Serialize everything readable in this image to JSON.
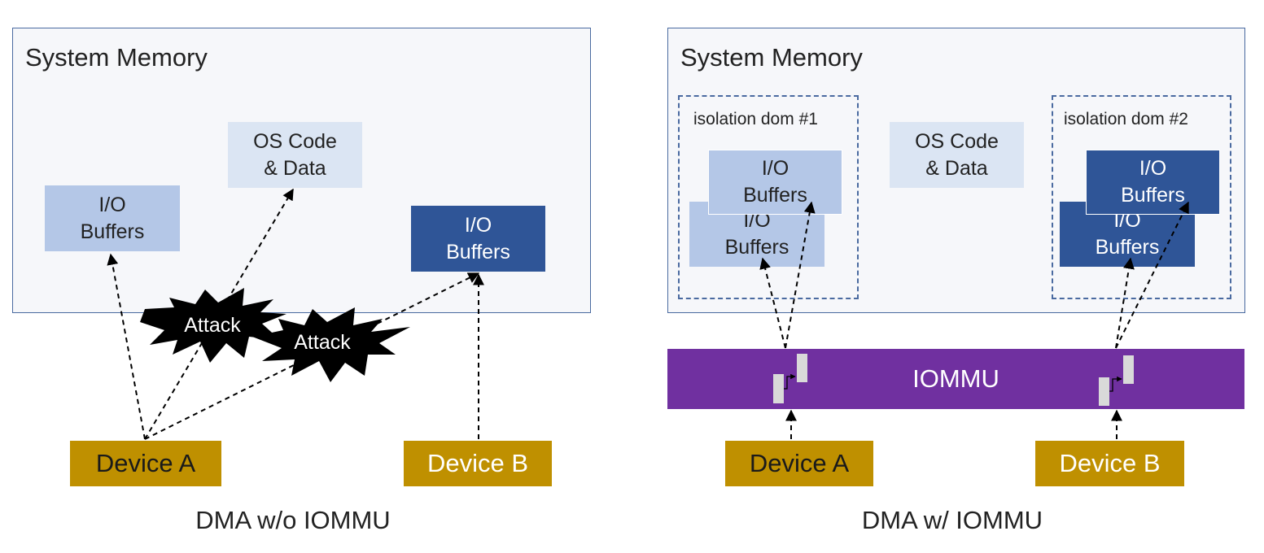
{
  "left": {
    "memory_title": "System Memory",
    "io_buffers_a": [
      "I/O",
      "Buffers"
    ],
    "os_code": [
      "OS Code",
      "& Data"
    ],
    "io_buffers_b": [
      "I/O",
      "Buffers"
    ],
    "attack_1": "Attack",
    "attack_2": "Attack",
    "device_a": "Device A",
    "device_b": "Device B",
    "caption": "DMA w/o IOMMU"
  },
  "right": {
    "memory_title": "System Memory",
    "domain_1_label": "isolation dom #1",
    "domain_2_label": "isolation dom #2",
    "dom1_back_buffers": [
      "I/O",
      "Buffers"
    ],
    "dom1_front_buffers": [
      "I/O",
      "Buffers"
    ],
    "os_code": [
      "OS Code",
      "& Data"
    ],
    "dom2_back_buffers": [
      "I/O",
      "Buffers"
    ],
    "dom2_front_buffers": [
      "I/O",
      "Buffers"
    ],
    "iommu_label": "IOMMU",
    "device_a": "Device A",
    "device_b": "Device B",
    "caption": "DMA w/ IOMMU"
  },
  "colors": {
    "light_buffer": "#b4c7e7",
    "dark_buffer": "#2f5597",
    "os_code": "#dbe5f3",
    "device": "#bf9000",
    "iommu": "#7030a0",
    "attack": "#000000"
  }
}
